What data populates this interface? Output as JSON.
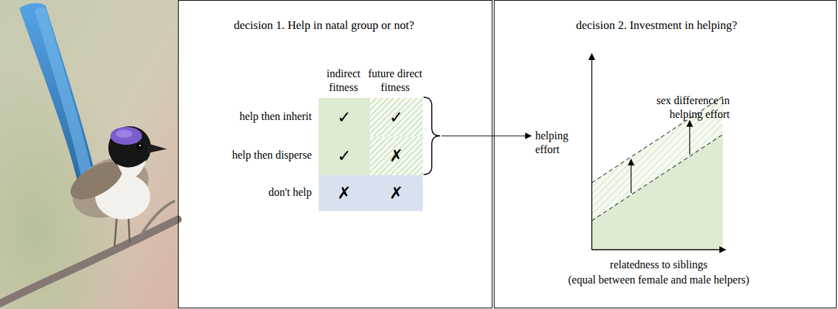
{
  "diagram": {
    "nodes": [
      {
        "text": [
          "decision 1. Help in natal group or not?"
        ]
      },
      {
        "text": [
          "✓"
        ],
        "in": 0
      },
      {
        "text": [
          "✓"
        ],
        "in": 0
      },
      {
        "text": [
          "✓"
        ],
        "in": 0
      },
      {
        "text": [
          "✗"
        ],
        "in": 0
      },
      {
        "text": [
          "✗"
        ],
        "in": 0
      },
      {
        "text": [
          "✗"
        ],
        "in": 0
      },
      {
        "text": [
          "decision 2. Investment in helping?"
        ]
      }
    ],
    "labels": [
      "indirect fitness",
      "future direct fitness",
      "help then inherit",
      "help then disperse",
      "don't help",
      "helping effort",
      "sex difference in helping effort",
      "relatedness to siblings",
      "(equal between female and male helpers)"
    ]
  }
}
